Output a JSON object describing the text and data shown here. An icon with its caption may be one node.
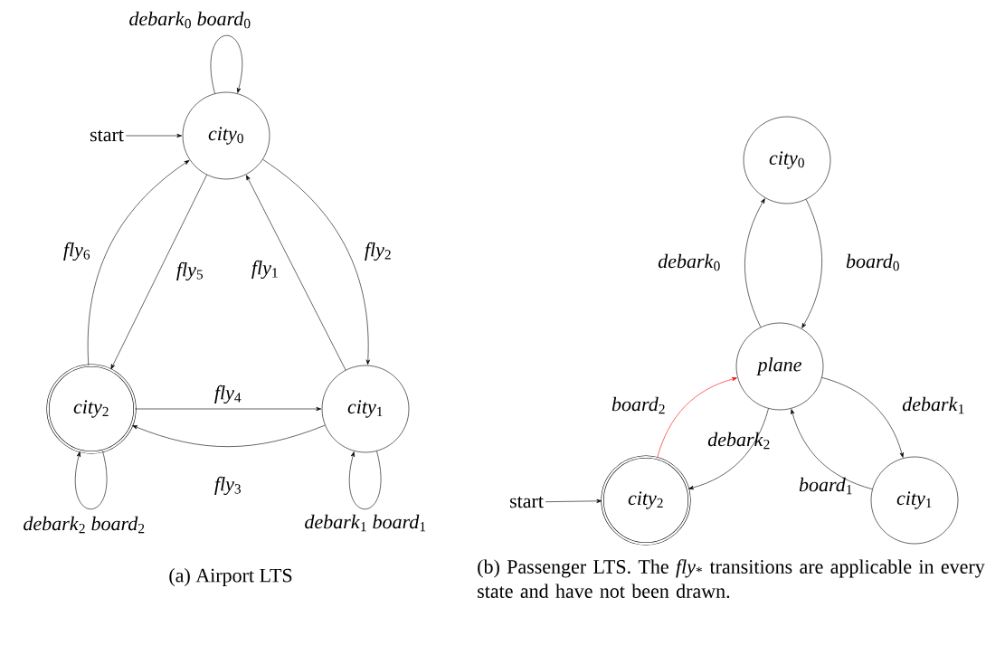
{
  "diagram": {
    "nodes": [
      {
        "text": [
          "*city*$_{0}$"
        ]
      },
      {
        "text": [
          "*city*$_{1}$"
        ]
      },
      {
        "text": [
          "*city*$_{2}$"
        ]
      },
      {
        "text": [
          "start"
        ]
      },
      {
        "text": [
          "*city*$_{0}$"
        ]
      },
      {
        "text": [
          "plane"
        ]
      },
      {
        "text": [
          "*city*$_{2}$"
        ]
      },
      {
        "text": [
          "*city*$_{1}$"
        ]
      },
      {
        "text": [
          "start"
        ]
      }
    ],
    "edges": [
      {
        "from": 3,
        "to": 0,
        "arrow": "to"
      },
      {
        "from": 0,
        "to": 0,
        "arrow": "to",
        "label": "*debark*$_{0}$ *board*$_{0}$"
      },
      {
        "from": 0,
        "to": 1,
        "arrow": "to",
        "label": "*fly*$_{2}$"
      },
      {
        "from": 1,
        "to": 0,
        "arrow": "to",
        "label": "*fly*$_{1}$"
      },
      {
        "from": 0,
        "to": 2,
        "arrow": "to",
        "label": "*fly*$_{5}$"
      },
      {
        "from": 2,
        "to": 0,
        "arrow": "to",
        "label": "*fly*$_{6}$"
      },
      {
        "from": 2,
        "to": 1,
        "arrow": "to",
        "label": "*fly*$_{4}$"
      },
      {
        "from": 1,
        "to": 2,
        "arrow": "to",
        "label": "*fly*$_{3}$"
      },
      {
        "from": 2,
        "to": 2,
        "arrow": "to",
        "label": "*debark*$_{2}$ *board*$_{2}$"
      },
      {
        "from": 1,
        "to": 1,
        "arrow": "to",
        "label": "*debark*$_{1}$ *board*$_{1}$"
      },
      {
        "from": 8,
        "to": 6,
        "arrow": "to"
      },
      {
        "from": 5,
        "to": 4,
        "arrow": "to",
        "label": "*debark*$_{0}$"
      },
      {
        "from": 4,
        "to": 5,
        "arrow": "to",
        "label": "*board*$_{0}$"
      },
      {
        "from": 6,
        "to": 5,
        "arrow": "to",
        "label": "*board*$_{2}$",
        "color": "#ff0000"
      },
      {
        "from": 5,
        "to": 6,
        "arrow": "to",
        "label": "*debark*$_{2}$"
      },
      {
        "from": 5,
        "to": 7,
        "arrow": "to",
        "label": "*debark*$_{1}$"
      },
      {
        "from": 7,
        "to": 5,
        "arrow": "to",
        "label": "*board*$_{1}$"
      }
    ],
    "labels": [
      "(a) Airport LTS",
      "(b) Passenger LTS. The *fly*$_{*}$ transitions are applicable in every state and have not been drawn."
    ]
  }
}
